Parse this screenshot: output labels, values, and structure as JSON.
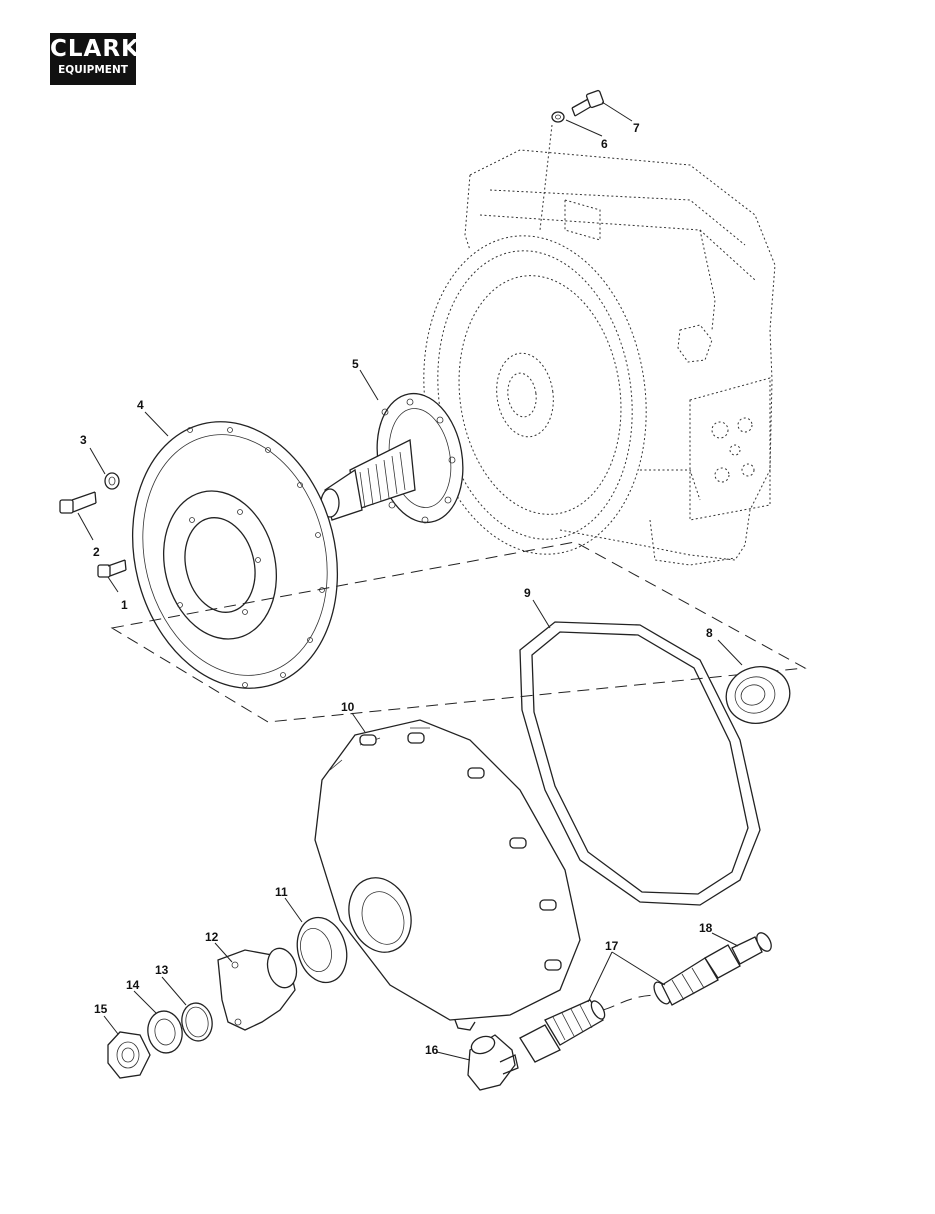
{
  "logo": {
    "line1": "CLARK",
    "line2": "EQUIPMENT"
  },
  "callouts": [
    "1",
    "2",
    "3",
    "4",
    "5",
    "6",
    "7",
    "8",
    "9",
    "10",
    "11",
    "12",
    "13",
    "14",
    "15",
    "16",
    "17",
    "18"
  ]
}
